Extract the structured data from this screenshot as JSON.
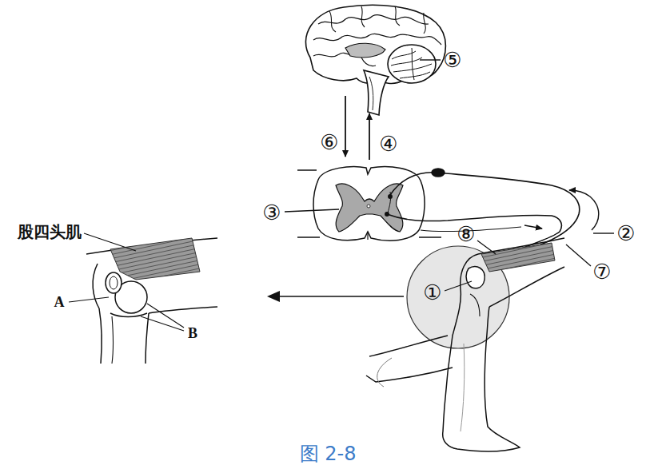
{
  "diagram": {
    "caption": "图 2-8",
    "labels": [
      "⑤",
      "⑥",
      "④",
      "③",
      "⑧",
      "②",
      "⑦",
      "①",
      "股四头肌",
      "A",
      "B"
    ]
  }
}
